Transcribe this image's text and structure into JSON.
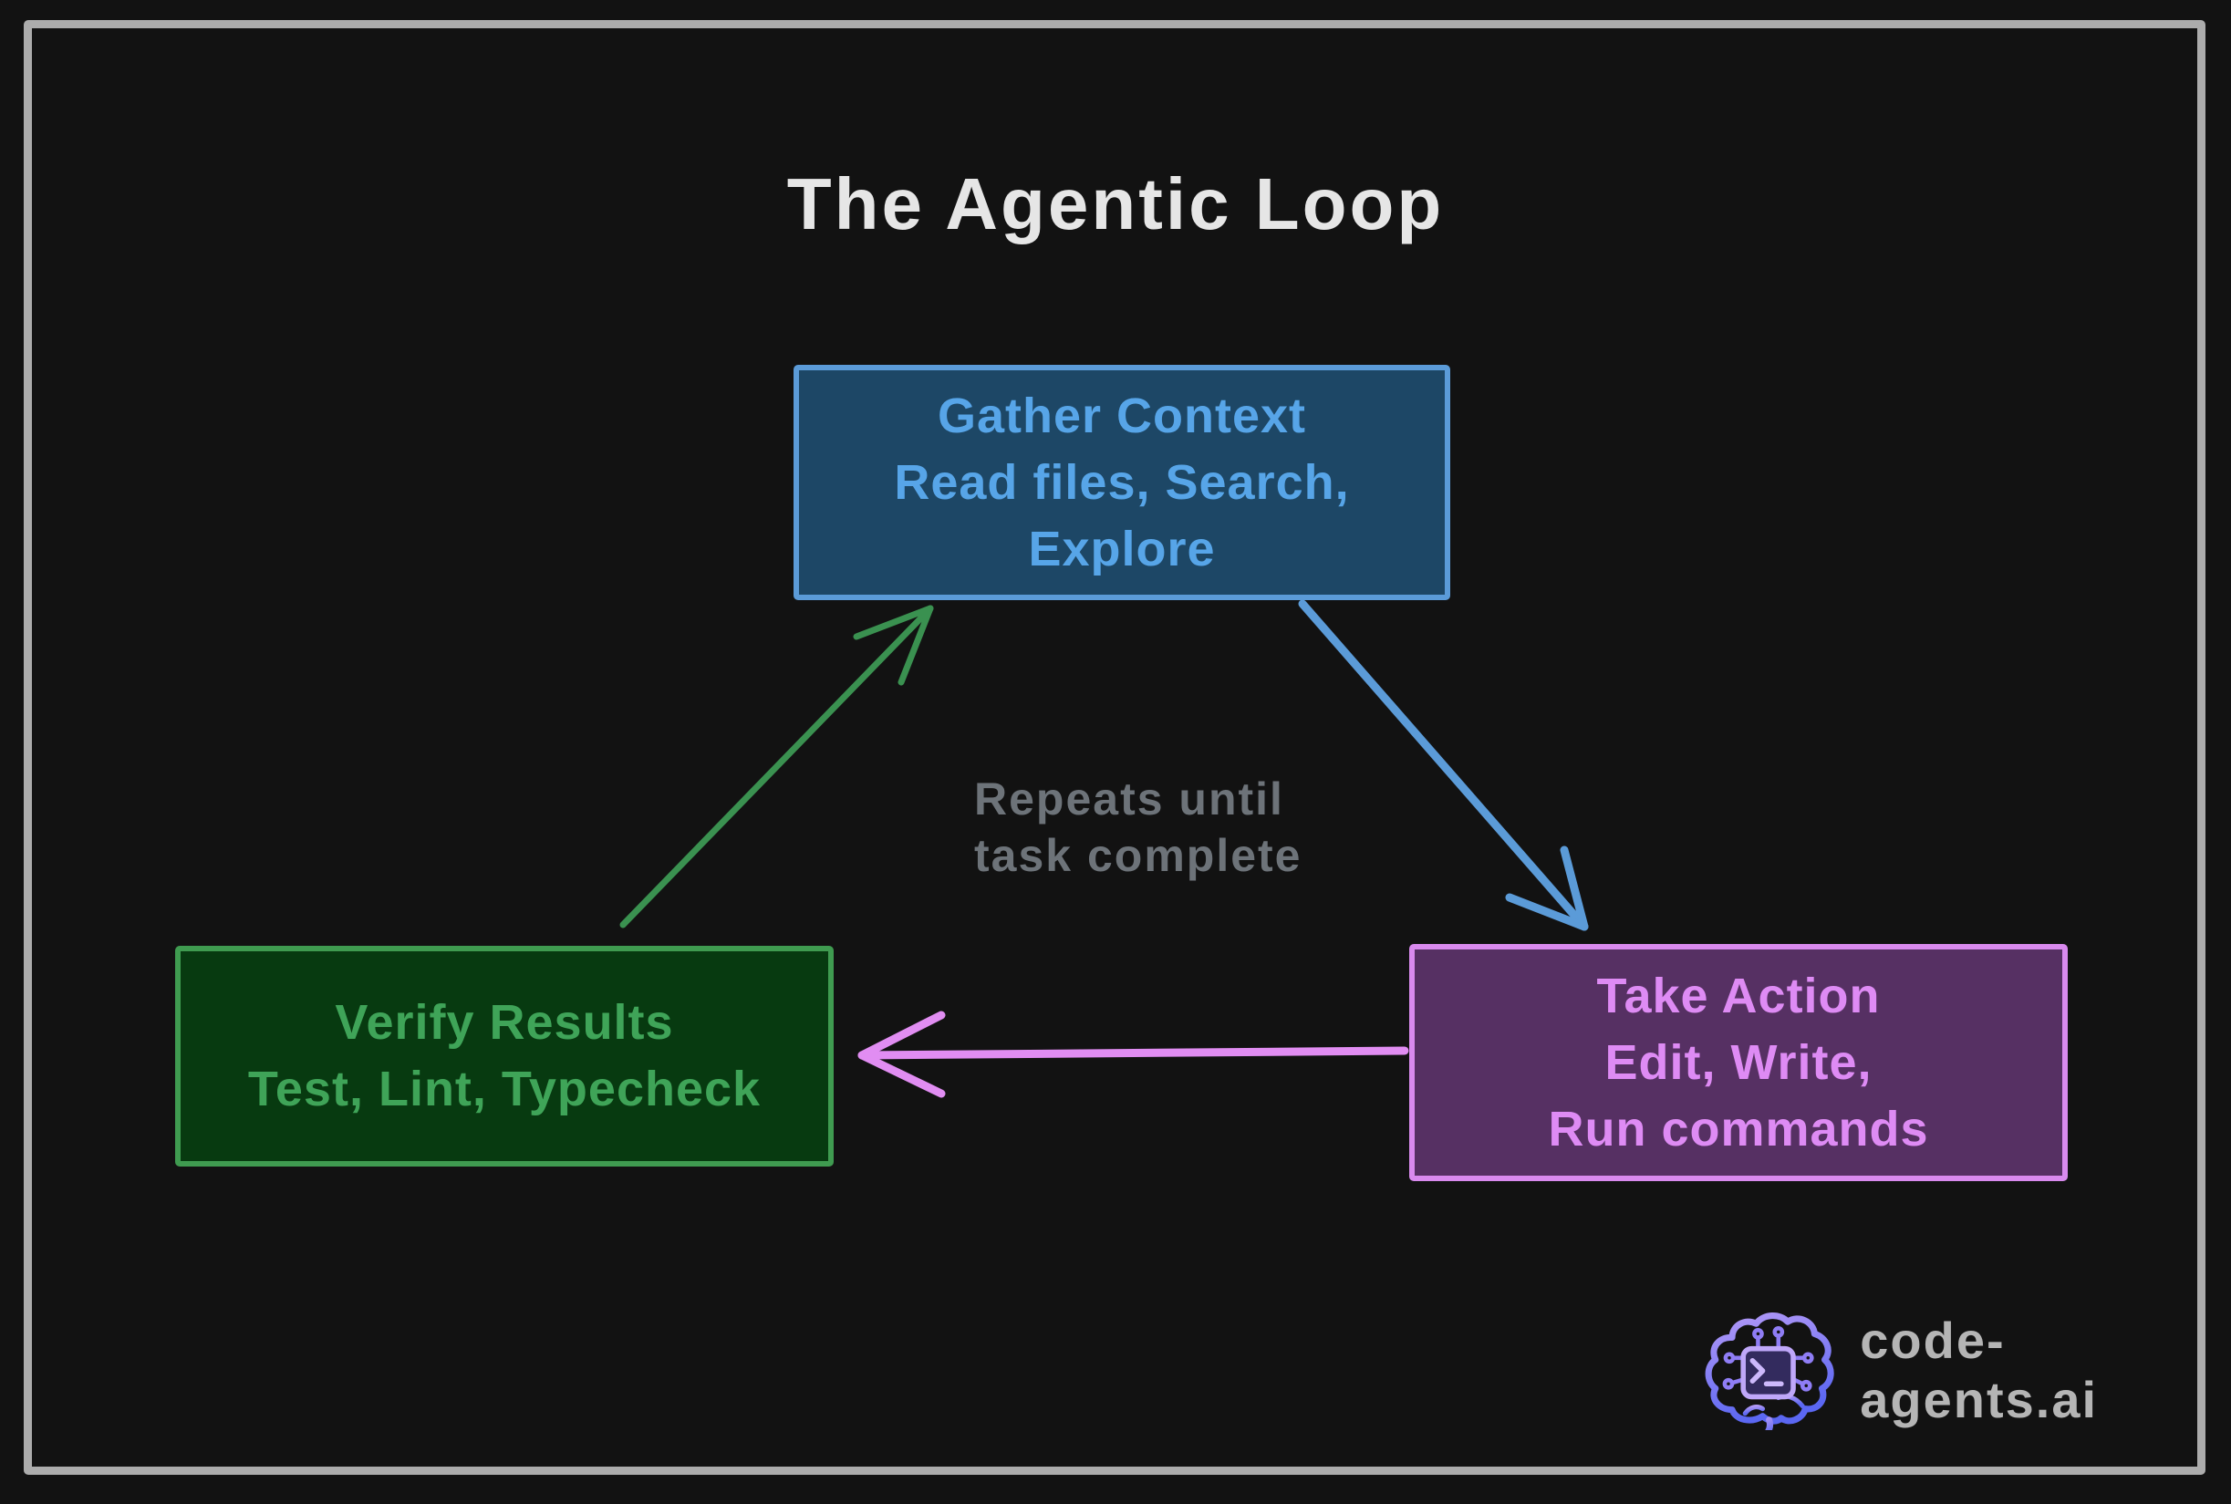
{
  "page": {
    "background": "#121212",
    "frame_color": "#acacac"
  },
  "title": {
    "text": "The Agentic Loop",
    "color": "#e6e6e6"
  },
  "diagram": {
    "nodes": [
      {
        "id": "gather-context",
        "lines": [
          "Gather Context",
          "Read files, Search,",
          "Explore"
        ],
        "fill": "#1d4766",
        "border": "#5b9bd8",
        "text_color": "#57a5e8"
      },
      {
        "id": "take-action",
        "lines": [
          "Take Action",
          "Edit, Write,",
          "Run commands"
        ],
        "fill": "#563063",
        "border": "#d98aee",
        "text_color": "#de8bf4"
      },
      {
        "id": "verify-results",
        "lines": [
          "Verify Results",
          "Test, Lint, Typecheck"
        ],
        "fill": "#073a10",
        "border": "#3f9b50",
        "text_color": "#3fa458"
      }
    ],
    "arrows": [
      {
        "id": "gather-to-action",
        "color": "#5b9bd8"
      },
      {
        "id": "action-to-verify",
        "color": "#e18df2"
      },
      {
        "id": "verify-to-gather",
        "color": "#3a9150"
      }
    ],
    "note": {
      "lines": [
        "Repeats until",
        "task complete"
      ],
      "color": "#6d7379"
    }
  },
  "footer": {
    "brand": "code-agents.ai",
    "brand_color": "#b5b5b5",
    "logo": {
      "name": "brain-terminal-icon",
      "gradient_start": "#b49af7",
      "gradient_end": "#5b67f2"
    }
  }
}
